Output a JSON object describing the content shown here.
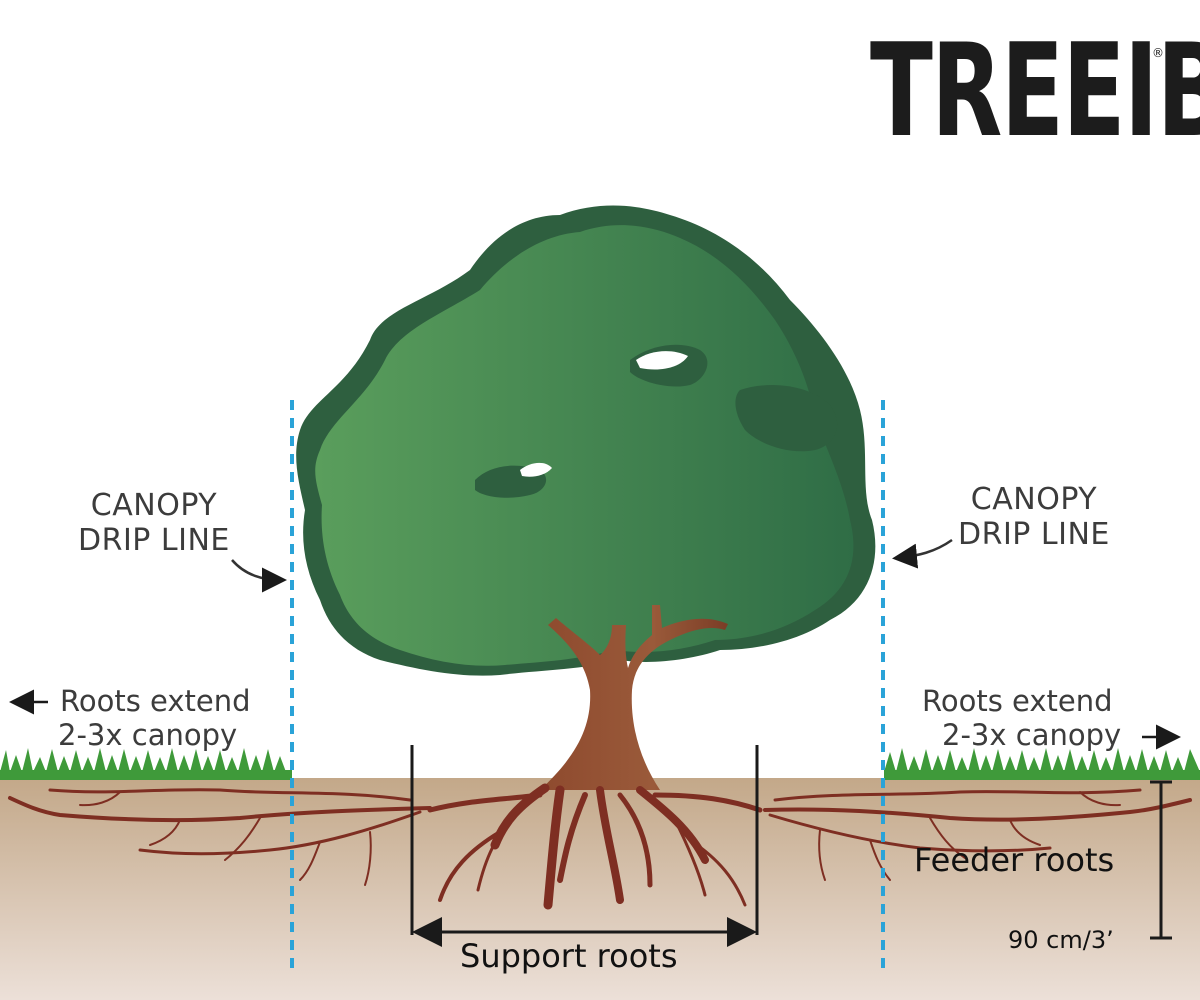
{
  "brand": {
    "name": "TREEIB",
    "registered": "®"
  },
  "labels": {
    "canopy_left": [
      "CANOPY",
      "DRIP LINE"
    ],
    "canopy_right": [
      "CANOPY",
      "DRIP LINE"
    ],
    "roots_left": [
      "Roots extend",
      "2-3x canopy"
    ],
    "roots_right": [
      "Roots extend",
      "2-3x canopy"
    ],
    "feeder_roots": "Feeder roots",
    "depth": "90 cm/3’",
    "support_roots": "Support roots"
  },
  "colors": {
    "canopy_light": "#5a9e5c",
    "canopy_dark": "#2f6d46",
    "canopy_shadow": "#2e5f3f",
    "trunk": "#8b4a2f",
    "roots": "#7e2e22",
    "soil_top": "#c3a889",
    "soil_bottom": "#e8dad1",
    "grass": "#3f9a3a",
    "drip_line": "#2aa3d8",
    "arrow": "#1a1a1a"
  }
}
